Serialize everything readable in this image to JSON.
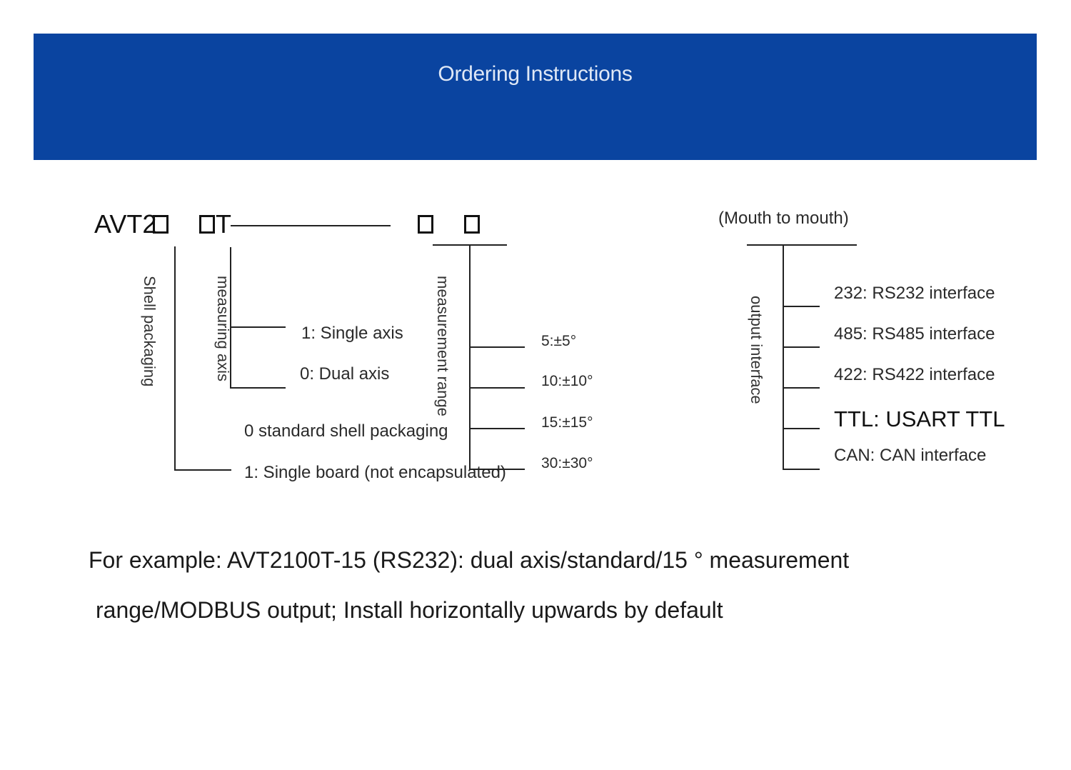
{
  "header": {
    "title": "Ordering Instructions"
  },
  "model_code": {
    "prefix": "AVT2",
    "t_char": "T",
    "placeholder_glyph": "□"
  },
  "shell_packaging": {
    "label": "Shell packaging",
    "options": [
      "0 standard shell packaging",
      "1: Single board (not encapsulated)"
    ]
  },
  "measuring_axis": {
    "label": "measuring axis",
    "options": [
      "1: Single axis",
      "0: Dual axis"
    ]
  },
  "measurement_range": {
    "label": "measurement range",
    "options": [
      "5:±5°",
      "10:±10°",
      "15:±15°",
      "30:±30°"
    ]
  },
  "output_interface": {
    "note": "(Mouth to mouth)",
    "label": "output interface",
    "options": [
      "232: RS232 interface",
      "485: RS485 interface",
      "422: RS422 interface",
      "TTL:  USART TTL",
      "CAN: CAN interface"
    ]
  },
  "example": {
    "line1": "For example: AVT2100T-15 (RS232): dual axis/standard/15 ° measurement",
    "line2": "range/MODBUS output; Install horizontally upwards by default"
  }
}
